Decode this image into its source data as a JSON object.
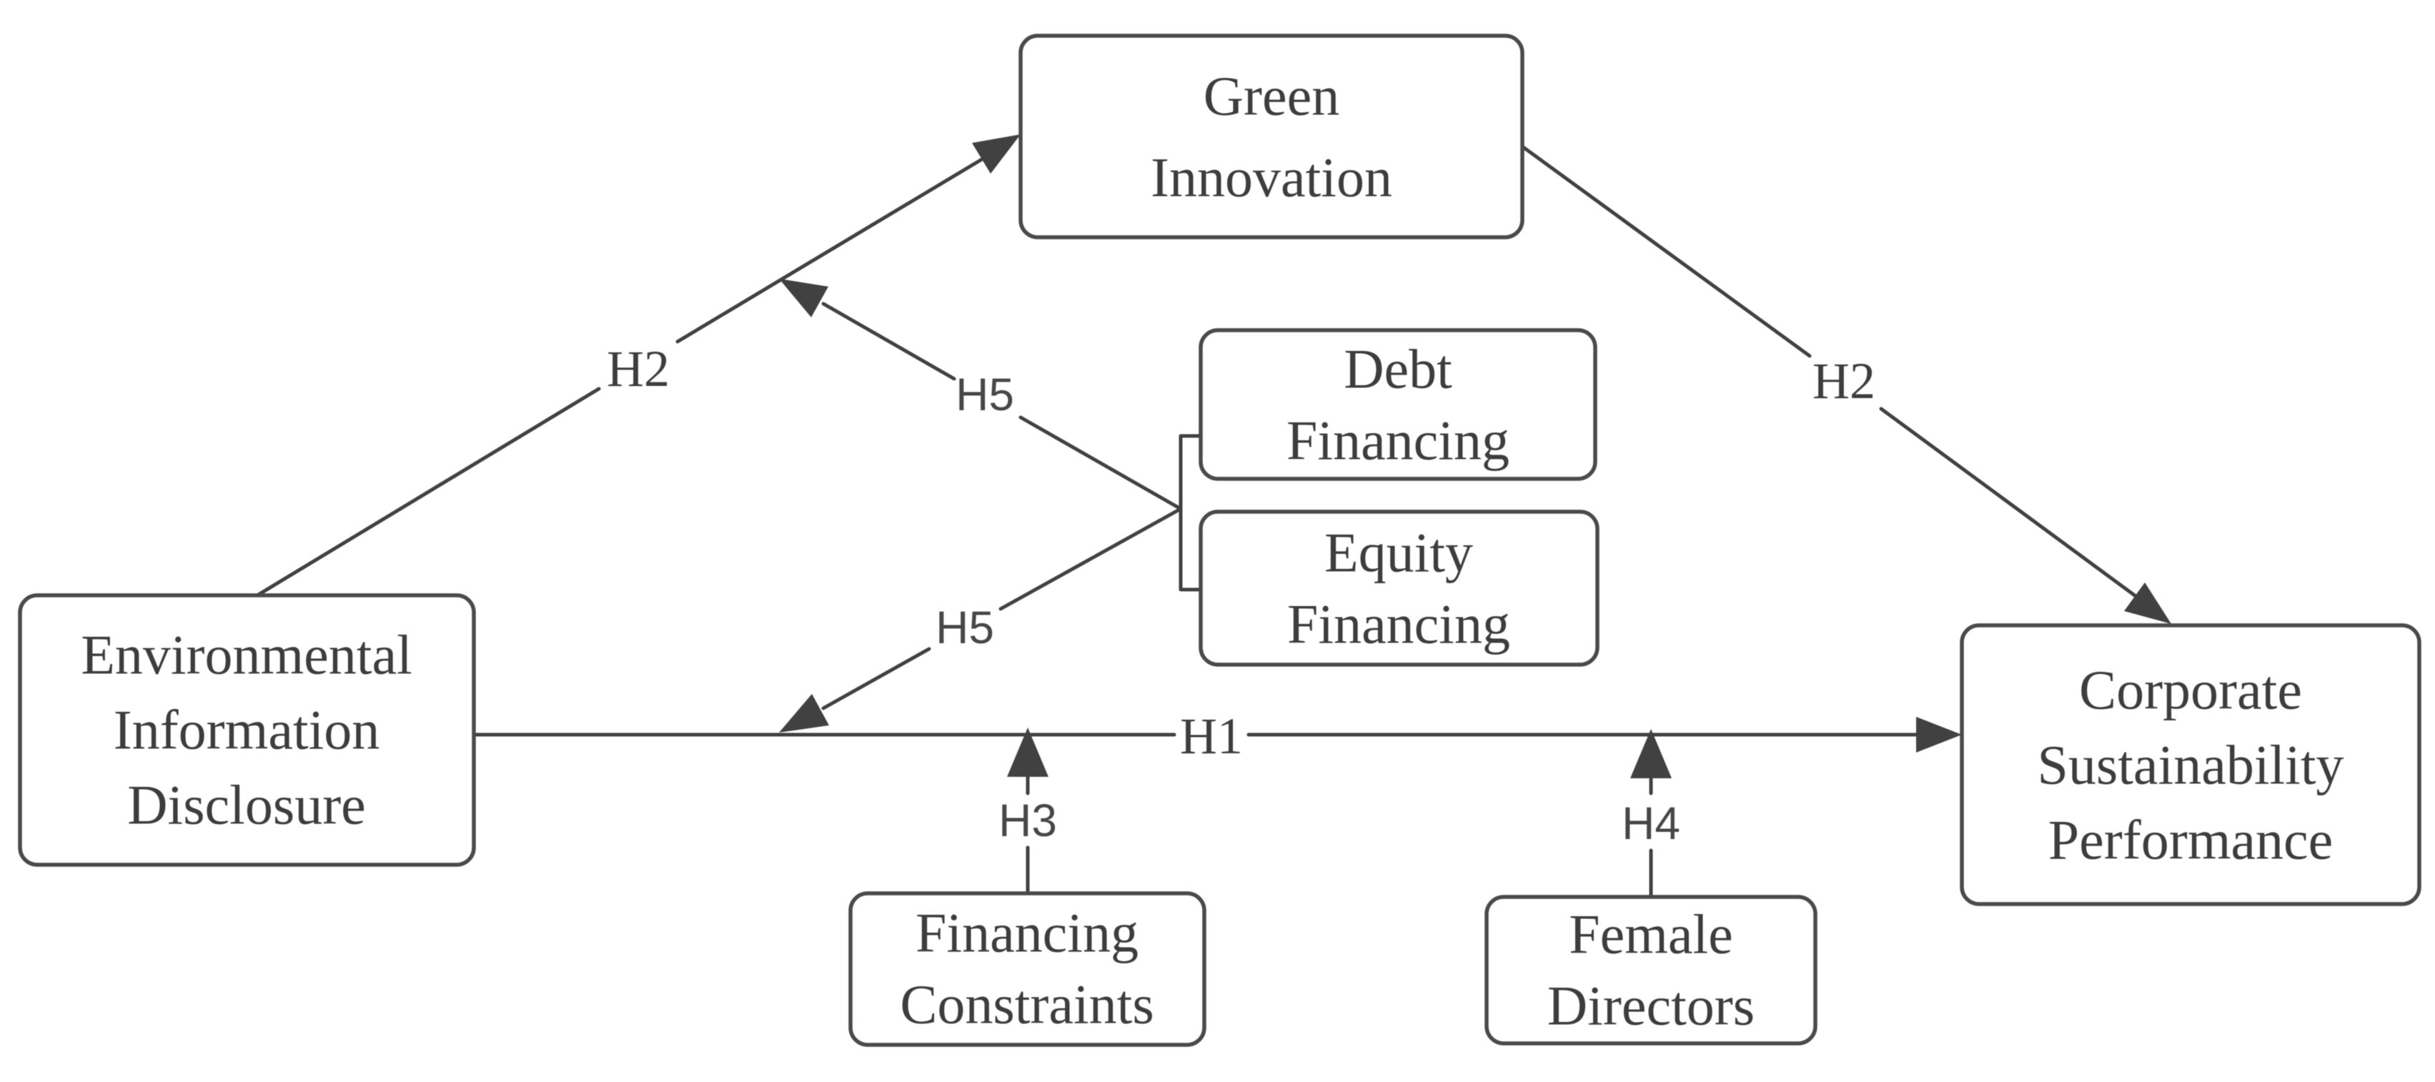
{
  "diagram": {
    "colors": {
      "line": "#414141",
      "box-border": "#4a4a4a",
      "text": "#3d3d3d",
      "background": "#ffffff"
    },
    "nodes": {
      "environmental_information_disclosure": {
        "lines": [
          "Environmental",
          "Information",
          "Disclosure"
        ]
      },
      "green_innovation": {
        "lines": [
          "Green",
          "Innovation"
        ]
      },
      "debt_financing": {
        "lines": [
          "Debt",
          "Financing"
        ]
      },
      "equity_financing": {
        "lines": [
          "Equity",
          "Financing"
        ]
      },
      "corporate_sustainability_performance": {
        "lines": [
          "Corporate",
          "Sustainability",
          "Performance"
        ]
      },
      "financing_constraints": {
        "lines": [
          "Financing",
          "Constraints"
        ]
      },
      "female_directors": {
        "lines": [
          "Female",
          "Directors"
        ]
      }
    },
    "labels": {
      "h1": "H1",
      "h2_left": "H2",
      "h2_right": "H2",
      "h3": "H3",
      "h4": "H4",
      "h5_upper": "H5",
      "h5_lower": "H5"
    }
  }
}
